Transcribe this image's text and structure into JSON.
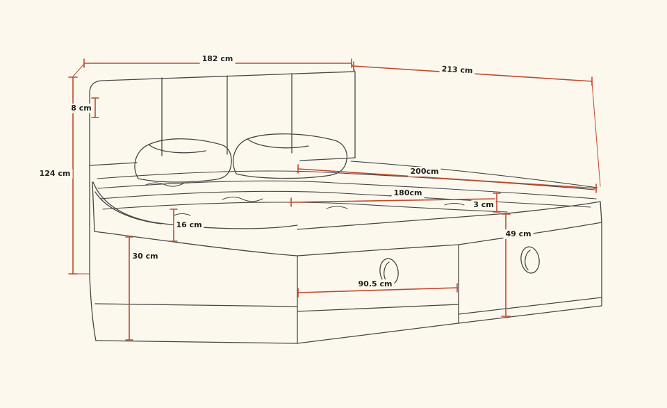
{
  "figure": {
    "type": "technical line drawing",
    "subject": "boxspring bed with upholstered panel headboard, two pillows, quilted duvet and storage drawers, annotated with red dimension lines",
    "background_color": "#fcf8ed",
    "line_color": "#454545",
    "dimension_line_color": "#c0492c",
    "label_text_color": "#1f1f1f"
  },
  "dimensions": {
    "headboard_width": "182 cm",
    "bed_length_overall": "213 cm",
    "headboard_top_rail": "8 cm",
    "headboard_height": "124 cm",
    "mattress_top_thickness": "16 cm",
    "drawer_height": "30 cm",
    "mattress_length": "200cm",
    "mattress_width": "180cm",
    "topper_gap": "3 cm",
    "base_side_height": "49 cm",
    "drawer_front_width": "90.5 cm"
  }
}
